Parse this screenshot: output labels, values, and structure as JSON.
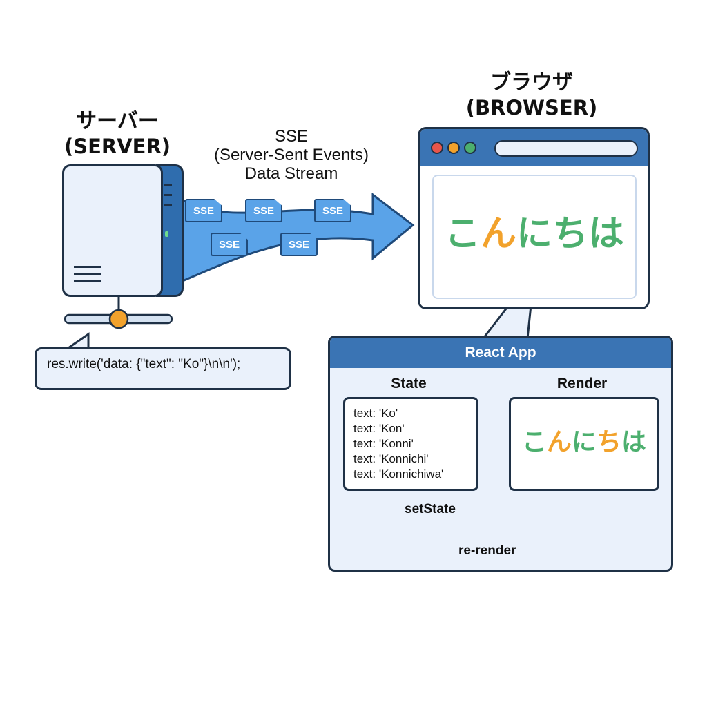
{
  "server": {
    "title_jp": "サーバー",
    "title_en": "(SERVER)",
    "code": "res.write('data: {\"text\": \"Ko\"}\\n\\n');"
  },
  "stream": {
    "title_line1": "SSE",
    "title_line2": "(Server-Sent Events)",
    "title_line3": "Data Stream",
    "packet_label": "SSE"
  },
  "browser": {
    "title_jp": "ブラウザ",
    "title_en": "(BROWSER)",
    "greeting_chars": [
      "こ",
      "ん",
      "に",
      "ち",
      "は"
    ]
  },
  "react_app": {
    "title": "React App",
    "state_label": "State",
    "render_label": "Render",
    "state_lines": [
      "text: 'Ko'",
      "text: 'Kon'",
      "text: 'Konni'",
      "text: 'Konnichi'",
      "text: 'Konnichiwa'"
    ],
    "set_state_label": "setState",
    "rerender_label": "re-render"
  },
  "colors": {
    "green": "#4caf6e",
    "orange": "#f2a22c",
    "blue": "#3a74b4",
    "light_blue": "#5aa3e8",
    "outline": "#1f3146",
    "panel_bg": "#eaf1fb"
  }
}
